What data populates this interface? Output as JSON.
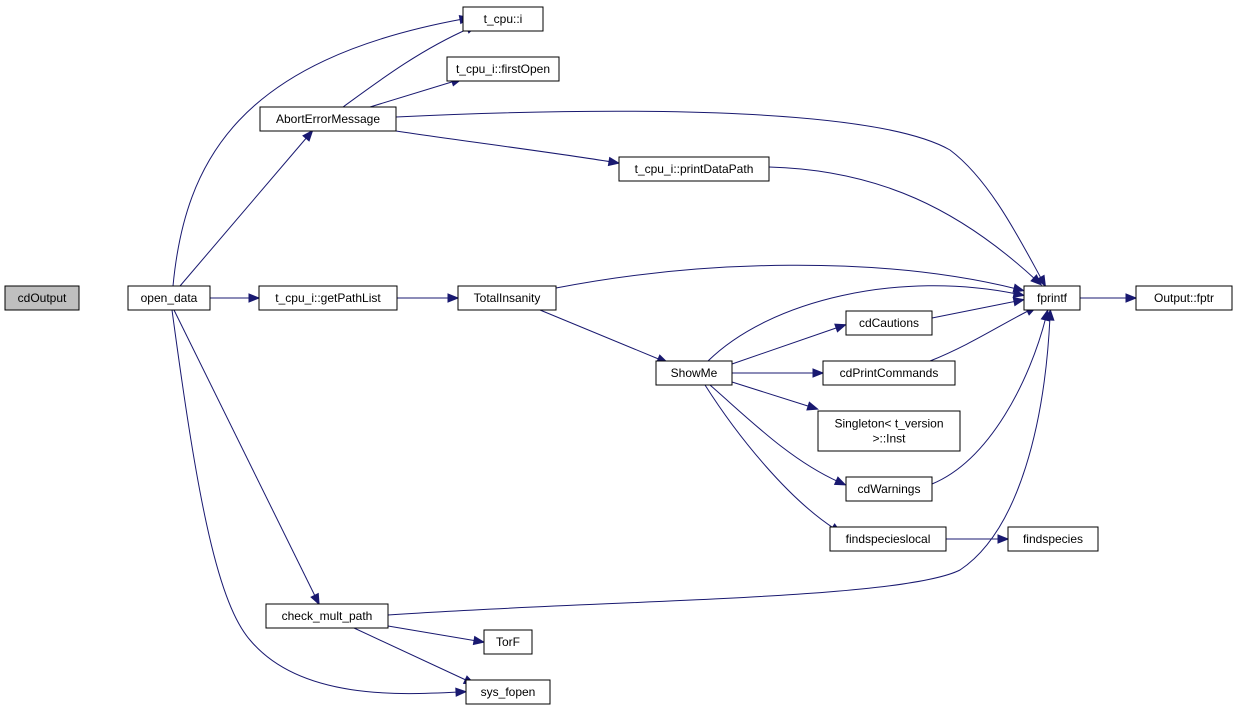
{
  "nodes": [
    {
      "id": "cdOutput",
      "lines": [
        "cdOutput"
      ],
      "root": true
    },
    {
      "id": "open_data",
      "lines": [
        "open_data"
      ]
    },
    {
      "id": "t_cpu_i",
      "lines": [
        "t_cpu::i"
      ]
    },
    {
      "id": "firstOpen",
      "lines": [
        "t_cpu_i::firstOpen"
      ]
    },
    {
      "id": "AbortErrorMessage",
      "lines": [
        "AbortErrorMessage"
      ]
    },
    {
      "id": "printDataPath",
      "lines": [
        "t_cpu_i::printDataPath"
      ]
    },
    {
      "id": "getPathList",
      "lines": [
        "t_cpu_i::getPathList"
      ]
    },
    {
      "id": "TotalInsanity",
      "lines": [
        "TotalInsanity"
      ]
    },
    {
      "id": "fprintf",
      "lines": [
        "fprintf"
      ]
    },
    {
      "id": "Output_fptr",
      "lines": [
        "Output::fptr"
      ]
    },
    {
      "id": "ShowMe",
      "lines": [
        "ShowMe"
      ]
    },
    {
      "id": "cdCautions",
      "lines": [
        "cdCautions"
      ]
    },
    {
      "id": "cdPrintCommands",
      "lines": [
        "cdPrintCommands"
      ]
    },
    {
      "id": "Singleton",
      "lines": [
        "Singleton< t_version",
        ">::Inst"
      ]
    },
    {
      "id": "cdWarnings",
      "lines": [
        "cdWarnings"
      ]
    },
    {
      "id": "findspecieslocal",
      "lines": [
        "findspecieslocal"
      ]
    },
    {
      "id": "findspecies",
      "lines": [
        "findspecies"
      ]
    },
    {
      "id": "check_mult_path",
      "lines": [
        "check_mult_path"
      ]
    },
    {
      "id": "TorF",
      "lines": [
        "TorF"
      ]
    },
    {
      "id": "sys_fopen",
      "lines": [
        "sys_fopen"
      ]
    }
  ],
  "edges": [
    {
      "from": "cdOutput",
      "to": "open_data"
    },
    {
      "from": "open_data",
      "to": "t_cpu_i"
    },
    {
      "from": "open_data",
      "to": "AbortErrorMessage"
    },
    {
      "from": "open_data",
      "to": "getPathList"
    },
    {
      "from": "open_data",
      "to": "check_mult_path"
    },
    {
      "from": "open_data",
      "to": "sys_fopen"
    },
    {
      "from": "AbortErrorMessage",
      "to": "t_cpu_i"
    },
    {
      "from": "AbortErrorMessage",
      "to": "firstOpen"
    },
    {
      "from": "AbortErrorMessage",
      "to": "printDataPath"
    },
    {
      "from": "AbortErrorMessage",
      "to": "fprintf"
    },
    {
      "from": "printDataPath",
      "to": "fprintf"
    },
    {
      "from": "getPathList",
      "to": "TotalInsanity"
    },
    {
      "from": "TotalInsanity",
      "to": "fprintf"
    },
    {
      "from": "TotalInsanity",
      "to": "ShowMe"
    },
    {
      "from": "ShowMe",
      "to": "fprintf"
    },
    {
      "from": "ShowMe",
      "to": "cdCautions"
    },
    {
      "from": "ShowMe",
      "to": "cdPrintCommands"
    },
    {
      "from": "ShowMe",
      "to": "Singleton"
    },
    {
      "from": "ShowMe",
      "to": "cdWarnings"
    },
    {
      "from": "ShowMe",
      "to": "findspecieslocal"
    },
    {
      "from": "cdCautions",
      "to": "fprintf"
    },
    {
      "from": "cdPrintCommands",
      "to": "fprintf"
    },
    {
      "from": "cdWarnings",
      "to": "fprintf"
    },
    {
      "from": "findspecieslocal",
      "to": "findspecies"
    },
    {
      "from": "fprintf",
      "to": "Output_fptr"
    },
    {
      "from": "check_mult_path",
      "to": "fprintf"
    },
    {
      "from": "check_mult_path",
      "to": "TorF"
    },
    {
      "from": "check_mult_path",
      "to": "sys_fopen"
    }
  ]
}
